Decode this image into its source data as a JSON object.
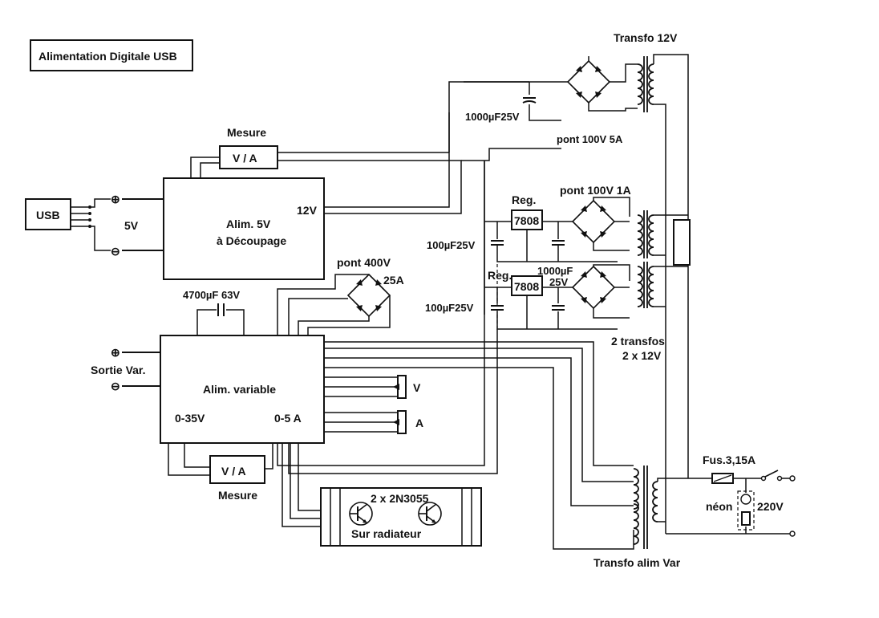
{
  "title": "Alimentation Digitale USB",
  "usb": {
    "label": "USB",
    "voltage": "5V",
    "plus": "⊕",
    "minus": "⊖"
  },
  "alim5v": {
    "line1": "Alim. 5V",
    "line2": "à Découpage",
    "out_label": "12V"
  },
  "meter_top": {
    "caption": "Mesure",
    "label": "V / A"
  },
  "meter_bottom": {
    "caption": "Mesure",
    "label": "V / A"
  },
  "transfo_12v": "Transfo 12V",
  "cap_1000": "1000µF25V",
  "bridge_5a": "pont 100V 5A",
  "bridge_1a": "pont 100V 1A",
  "reg_top": {
    "caption": "Reg.",
    "chip": "7808"
  },
  "reg_bottom": {
    "caption": "Reg.",
    "chip": "7808"
  },
  "cap_100_top": "100µF25V",
  "cap_100_bottom": "100µF25V",
  "cap_1000_mid_line1": "1000µF",
  "cap_1000_mid_line2": "25V",
  "bridge_400v_line1": "pont 400V",
  "bridge_400v_line2": "25A",
  "cap_4700": "4700µF 63V",
  "two_transfos_line1": "2 transfos",
  "two_transfos_line2": "2 x 12V",
  "alim_var": {
    "label": "Alim. variable",
    "range_v": "0-35V",
    "range_a": "0-5 A"
  },
  "sortie_var": {
    "label": "Sortie Var.",
    "plus": "⊕",
    "minus": "⊖"
  },
  "pot_v": "V",
  "pot_a": "A",
  "radiator": {
    "line1": "2 x 2N3055",
    "line2": "Sur radiateur"
  },
  "fuse": "Fus.3,15A",
  "neon": "néon",
  "mains": "220V",
  "transfo_alim_var": "Transfo alim Var"
}
